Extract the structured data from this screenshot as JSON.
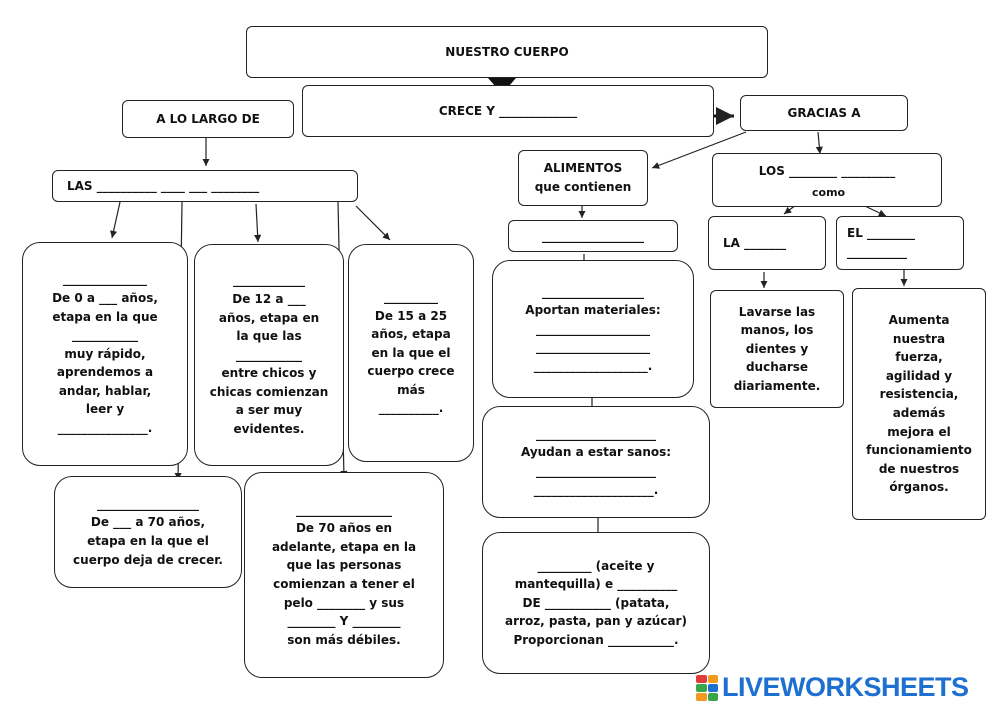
{
  "title": "NUESTRO CUERPO",
  "crece": "CRECE Y _____________",
  "gracias": "GRACIAS A",
  "largo": "A LO LARGO DE",
  "las": "LAS __________ ____ ___ ________",
  "alimentos": "ALIMENTOS\nque contienen",
  "los": "LOS ________ _________",
  "como": "como",
  "la": "LA _______",
  "el": "EL ________\n__________",
  "blank_alimentos": "_________________",
  "etapa1": "______________\nDe 0 a ___ años,\netapa en la que\n___________\nmuy rápido,\naprendemos a\nandar, hablar,\nleer y\n_______________.",
  "etapa2": "____________\nDe 12 a ___\naños, etapa en\nla que las\n___________\nentre chicos y\nchicas comienzan\na ser muy\nevidentes.",
  "etapa3": "_________\nDe 15 a 25\naños, etapa\nen la que el\ncuerpo crece\nmás\n__________.",
  "etapa4": "_________________\nDe ___ a 70 años,\netapa en la que el\ncuerpo deja de crecer.",
  "etapa5": "________________\nDe 70 años en\nadelante, etapa en la\nque las personas\ncomienzan a tener el\npelo ________ y sus\n________ Y ________\nson más débiles.",
  "aportan": "_________________\nAportan materiales:\n___________________\n___________________\n___________________.",
  "ayudan": "____________________\nAyudan a estar sanos:\n____________________\n____________________.",
  "grasas": "_________ (aceite y\nmantequilla) e __________\nDE ___________ (patata,\narroz, pasta, pan y azúcar)\nProporcionan ___________.",
  "lavarse": "Lavarse las\nmanos, los\ndientes y\nducharse\ndiariamente.",
  "aumenta": "Aumenta\nnuestra\nfuerza,\nagilidad y\nresistencia,\nademás\nmejora el\nfuncionamiento\nde nuestros\nórganos.",
  "logo": "LIVEWORKSHEETS",
  "colors": {
    "logo_blue": "#1d6fd0",
    "logo_green": "#3aa64a",
    "logo_orange": "#f29a1f",
    "logo_red": "#e03a3a"
  }
}
